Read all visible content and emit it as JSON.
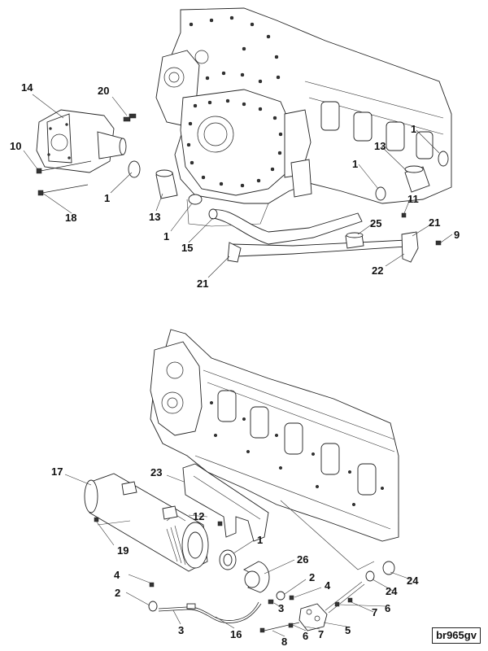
{
  "diagram": {
    "reference_code": "br965gv",
    "top_view_callouts": [
      "14",
      "20",
      "10",
      "18",
      "1",
      "13",
      "1",
      "15",
      "21",
      "22",
      "9",
      "21",
      "11",
      "25",
      "1",
      "13",
      "1"
    ],
    "bottom_view_callouts": [
      "17",
      "23",
      "12",
      "19",
      "1",
      "26",
      "4",
      "2",
      "3",
      "16",
      "2",
      "4",
      "3",
      "8",
      "6",
      "7",
      "5",
      "7",
      "6",
      "24",
      "24"
    ]
  }
}
